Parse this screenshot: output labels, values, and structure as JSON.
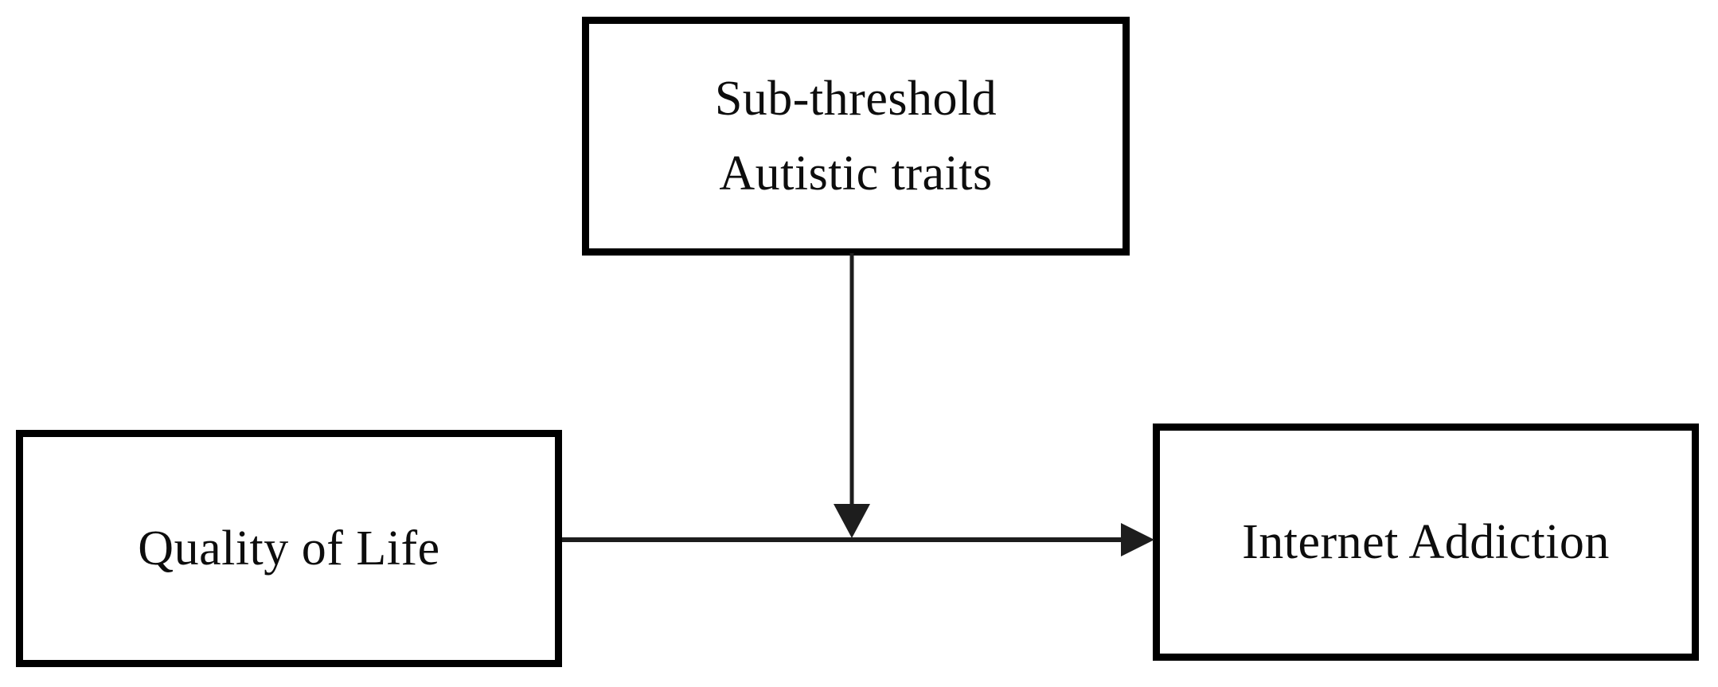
{
  "figure": {
    "kind": "moderation-path-diagram",
    "boxes": {
      "moderator": {
        "line1": "Sub-threshold",
        "line2": "Autistic traits"
      },
      "predictor": {
        "label": "Quality of Life"
      },
      "outcome": {
        "label": "Internet Addiction"
      }
    },
    "colors": {
      "background": "#ffffff",
      "box_border": "#000000",
      "text": "#0d0d0d",
      "arrow": "#1d1d1d"
    }
  }
}
